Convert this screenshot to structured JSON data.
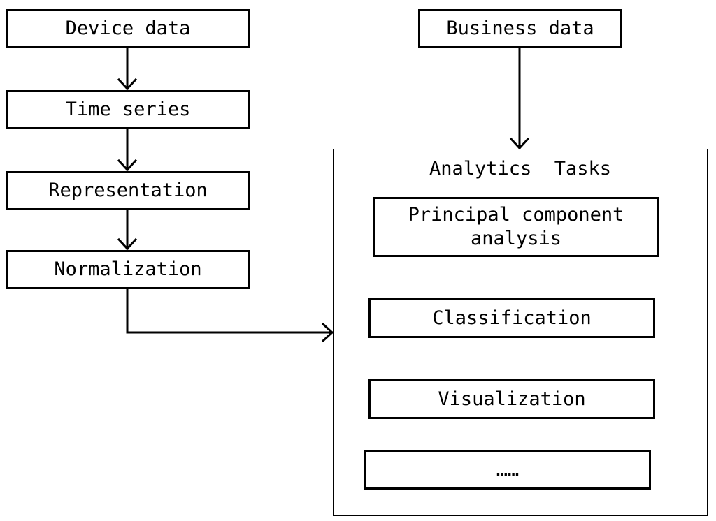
{
  "pipeline": {
    "device_data": "Device data",
    "time_series": "Time series",
    "representation": "Representation",
    "normalization": "Normalization"
  },
  "business_data": "Business data",
  "analytics": {
    "title": "Analytics  Tasks",
    "tasks": [
      "Principal component\nanalysis",
      "Classification",
      "Visualization",
      "……"
    ]
  }
}
